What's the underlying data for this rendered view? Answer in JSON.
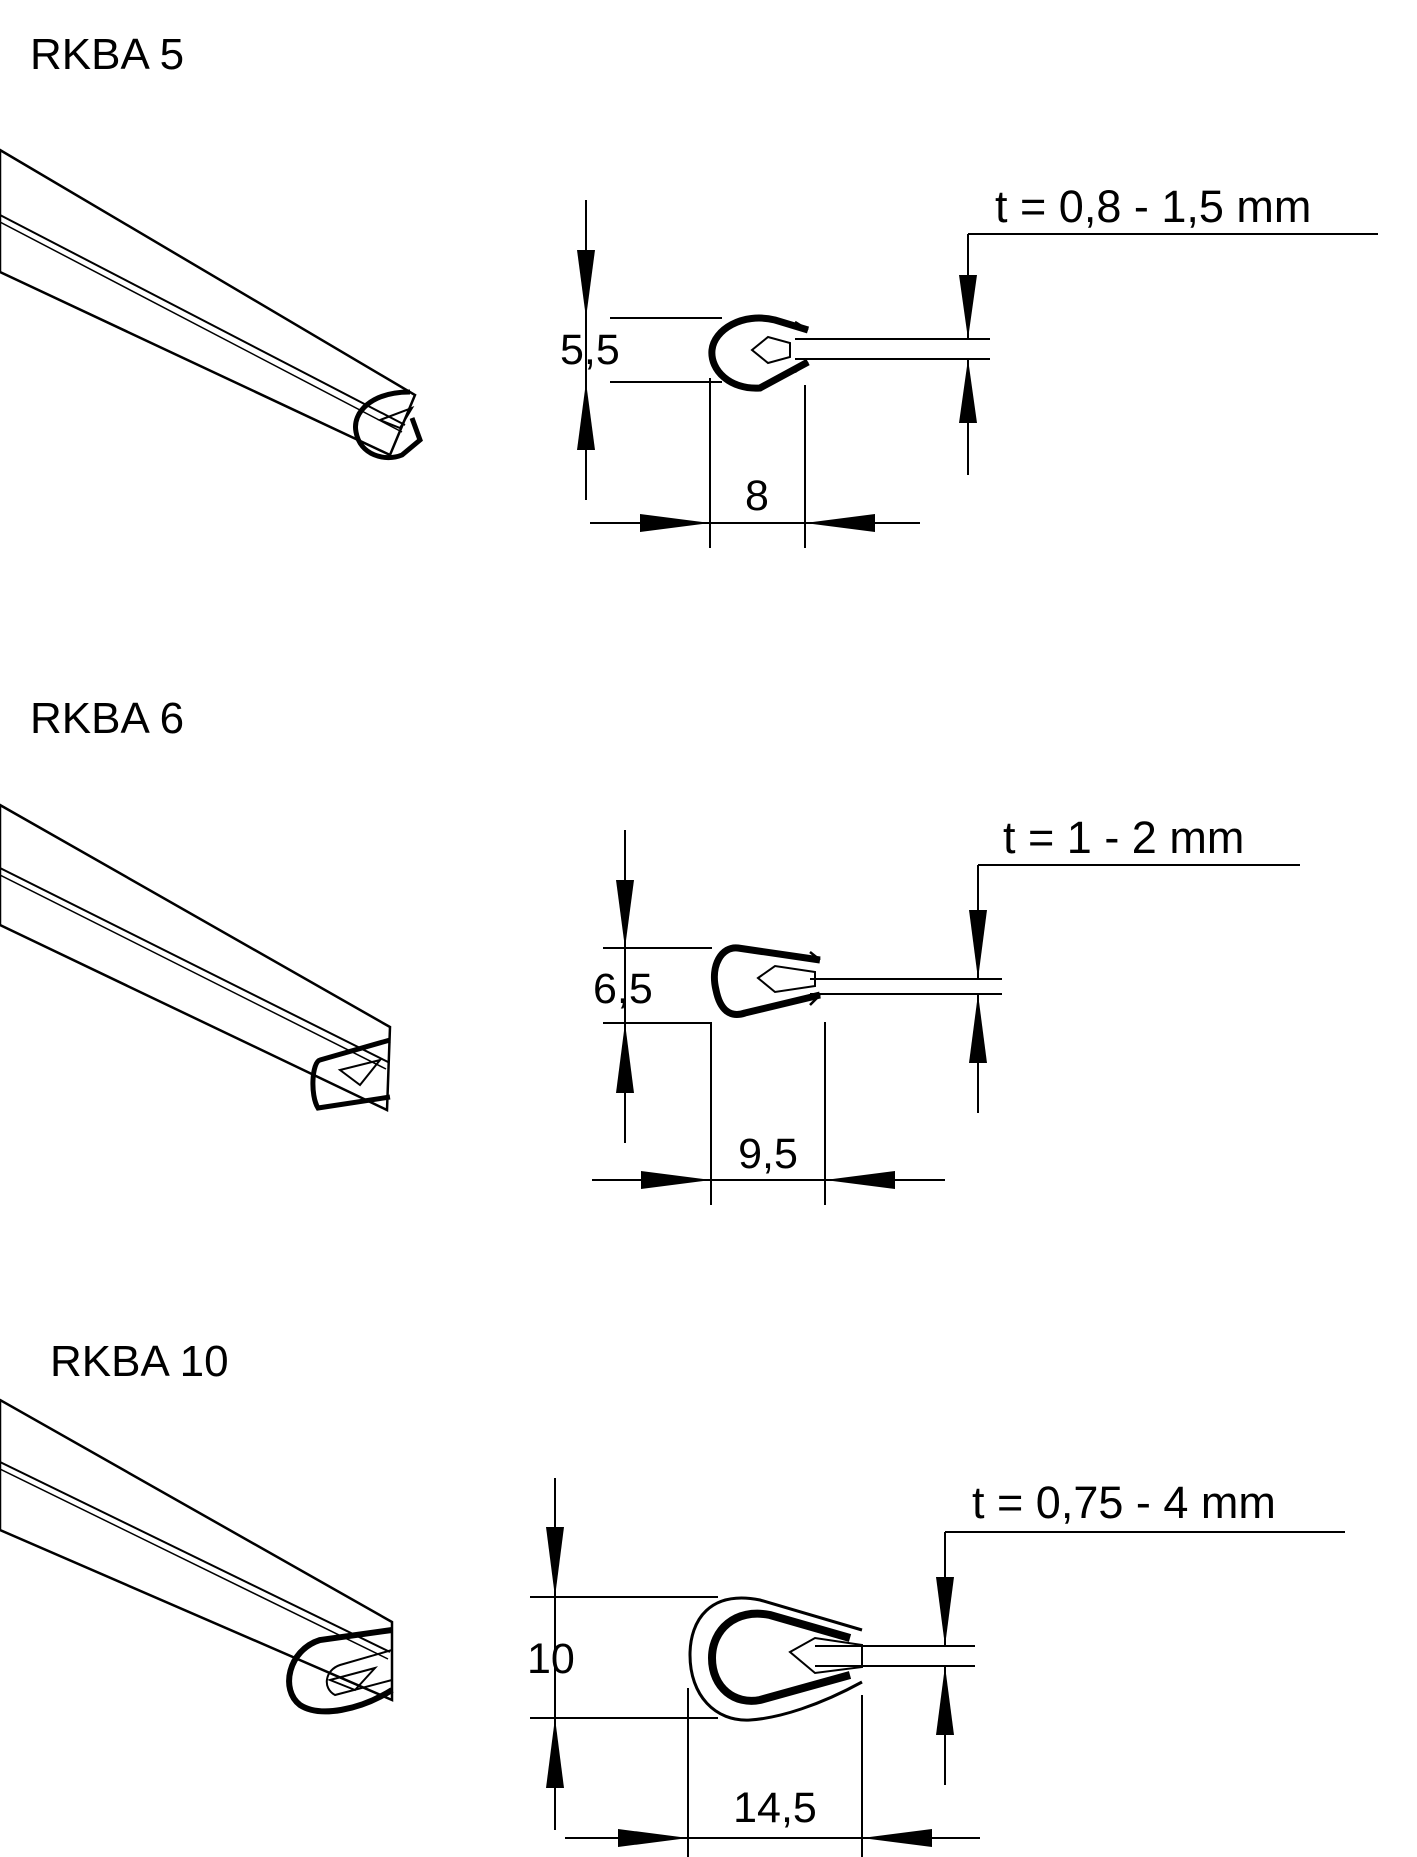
{
  "sections": [
    {
      "title": "RKBA 5",
      "height_label": "5,5",
      "width_label": "8",
      "thickness_label": "t = 0,8 - 1,5 mm"
    },
    {
      "title": "RKBA 6",
      "height_label": "6,5",
      "width_label": "9,5",
      "thickness_label": "t = 1 - 2 mm"
    },
    {
      "title": "RKBA 10",
      "height_label": "10",
      "width_label": "14,5",
      "thickness_label": "t = 0,75 - 4 mm"
    }
  ]
}
